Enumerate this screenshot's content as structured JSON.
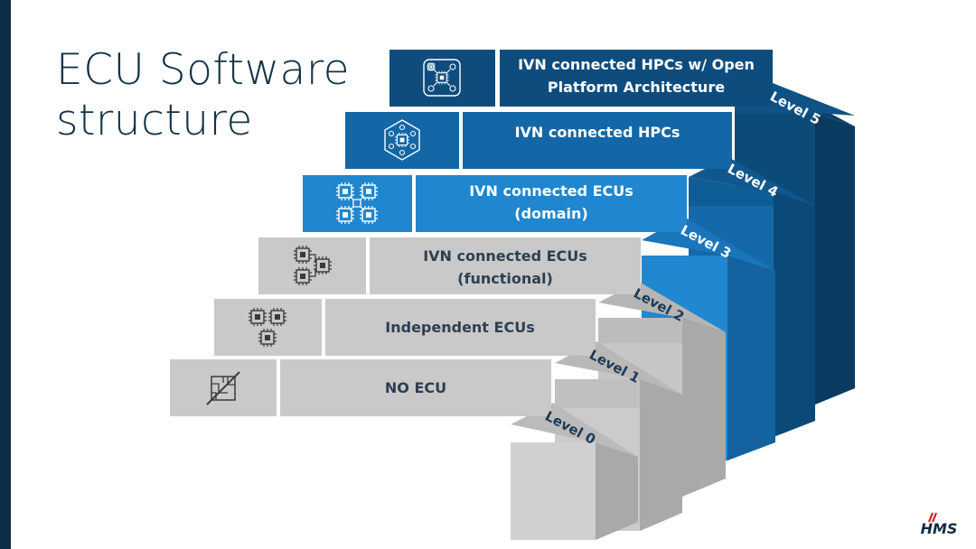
{
  "slide": {
    "title_line1": "ECU Software",
    "title_line2": "structure"
  },
  "levels": [
    {
      "label": "NO ECU",
      "label2": "",
      "step": "Level 0",
      "icon": "crossed-chip-icon"
    },
    {
      "label": "Independent ECUs",
      "label2": "",
      "step": "Level 1",
      "icon": "three-chips-icon"
    },
    {
      "label": "IVN connected ECUs",
      "label2": "(functional)",
      "step": "Level 2",
      "icon": "linked-chips-icon"
    },
    {
      "label": "IVN connected ECUs",
      "label2": "(domain)",
      "step": "Level 3",
      "icon": "domain-chips-icon"
    },
    {
      "label": "IVN connected HPCs",
      "label2": "",
      "step": "Level 4",
      "icon": "hexagon-network-icon"
    },
    {
      "label": "IVN connected HPCs w/ Open",
      "label2": "Platform Architecture",
      "step": "Level 5",
      "icon": "platform-network-icon"
    }
  ],
  "brand": {
    "logo_text": "HMS",
    "colors": {
      "navy": "#0f2d45",
      "dark_blue": "#0c4a78",
      "mid_blue": "#1569a8",
      "bright_blue": "#2087d0",
      "grey": "#c8c8c8"
    }
  }
}
